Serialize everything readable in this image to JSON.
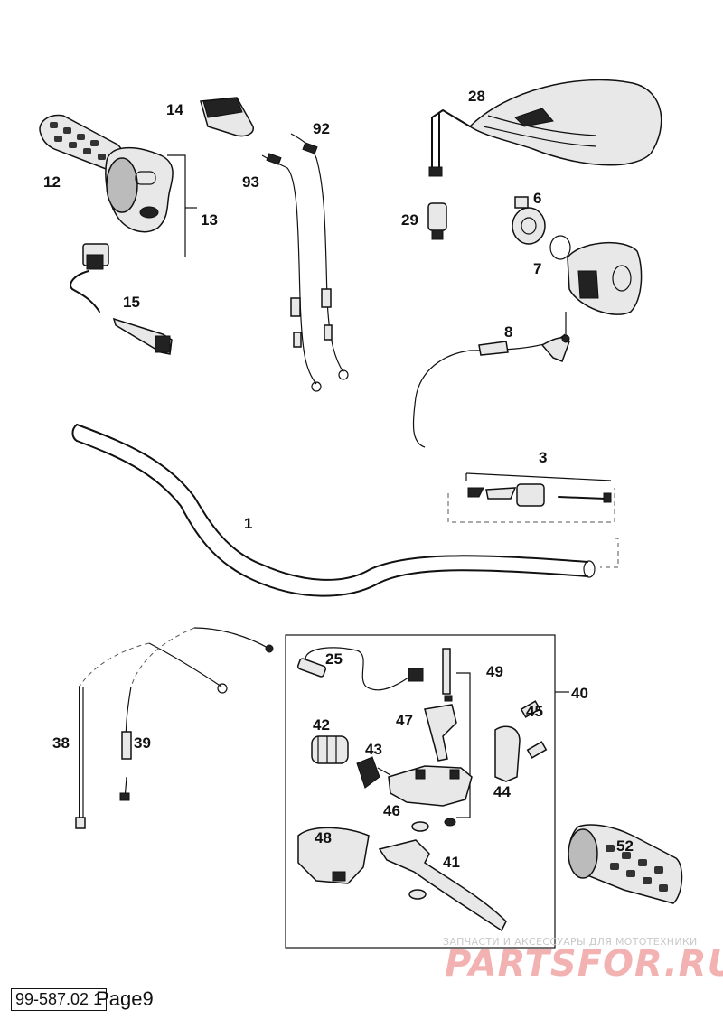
{
  "labels": {
    "p1": "1",
    "p3": "3",
    "p6": "6",
    "p7": "7",
    "p8": "8",
    "p12": "12",
    "p13": "13",
    "p14": "14",
    "p15": "15",
    "p25": "25",
    "p28": "28",
    "p29": "29",
    "p38": "38",
    "p39": "39",
    "p40": "40",
    "p41": "41",
    "p42": "42",
    "p43": "43",
    "p44": "44",
    "p45": "45",
    "p46": "46",
    "p47": "47",
    "p48": "48",
    "p49": "49",
    "p52": "52",
    "p92": "92",
    "p93": "93"
  },
  "watermark": {
    "tagline": "ЗАПЧАСТИ И АКСЕССУАРЫ ДЛЯ МОТОТЕХНИКИ",
    "brand": "PARTSFOR.RU"
  },
  "footer": {
    "code": "99-587.02 1",
    "page": "Page9"
  },
  "colors": {
    "line": "#111111",
    "watermark": "#f3b2b2"
  }
}
